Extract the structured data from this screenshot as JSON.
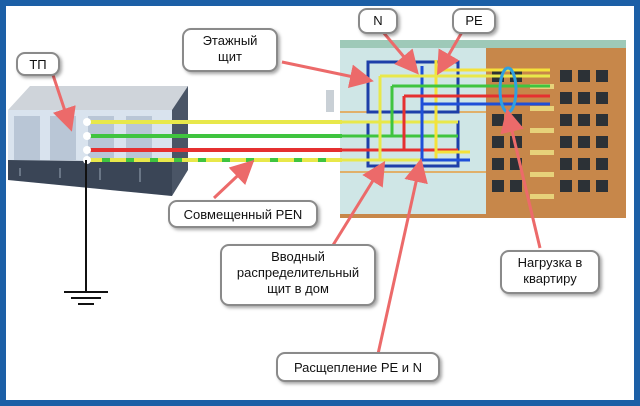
{
  "labels": {
    "tp": "ТП",
    "floor_panel": "Этажный щит",
    "n": "N",
    "pe": "PE",
    "combined_pen": "Совмещенный PEN",
    "input_panel": "Вводный распределительный щит в дом",
    "load": "Нагрузка в квартиру",
    "split": "Расщепление PE и N"
  },
  "colors": {
    "frame": "#1c5fa6",
    "phase_yellow": "#e8e84a",
    "phase_green": "#3fc43f",
    "phase_red": "#e53030",
    "neutral_blue": "#1e4fd8",
    "pe_yellow": "#f4e23a",
    "arrow": "#ec6a6a",
    "wall": "#cfe6e6",
    "brick": "#c7874a"
  },
  "icons": [
    "ground-symbol-icon",
    "transformer-substation-icon",
    "apartment-building-icon"
  ]
}
